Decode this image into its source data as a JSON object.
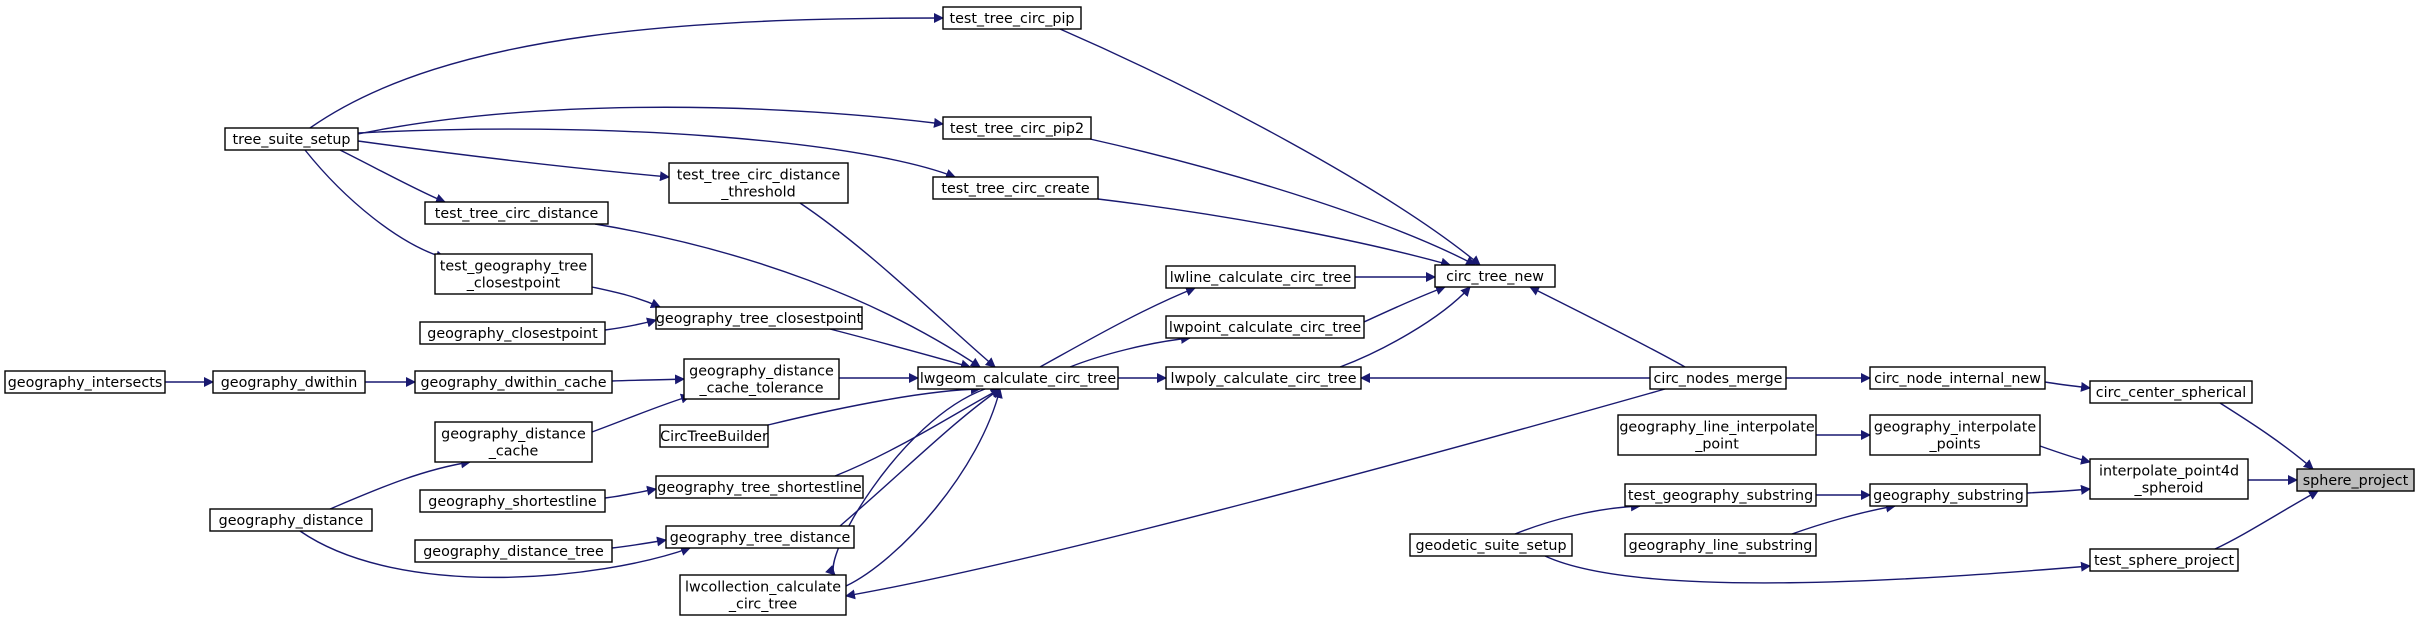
{
  "graph": {
    "edge_color": "#191970",
    "focus_fill": "#bfbfbf",
    "nodes": [
      {
        "id": "sphere_project",
        "lines": [
          "sphere_project"
        ],
        "focus": true
      },
      {
        "id": "circ_center_spherical",
        "lines": [
          "circ_center_spherical"
        ]
      },
      {
        "id": "interpolate_point4d_spheroid",
        "lines": [
          "interpolate_point4d",
          "_spheroid"
        ]
      },
      {
        "id": "test_sphere_project",
        "lines": [
          "test_sphere_project"
        ]
      },
      {
        "id": "circ_node_internal_new",
        "lines": [
          "circ_node_internal_new"
        ]
      },
      {
        "id": "geography_interpolate_points",
        "lines": [
          "geography_interpolate",
          "_points"
        ]
      },
      {
        "id": "geography_substring",
        "lines": [
          "geography_substring"
        ]
      },
      {
        "id": "geodetic_suite_setup",
        "lines": [
          "geodetic_suite_setup"
        ]
      },
      {
        "id": "circ_nodes_merge",
        "lines": [
          "circ_nodes_merge"
        ]
      },
      {
        "id": "geography_line_interpolate_point",
        "lines": [
          "geography_line_interpolate",
          "_point"
        ]
      },
      {
        "id": "test_geography_substring",
        "lines": [
          "test_geography_substring"
        ]
      },
      {
        "id": "geography_line_substring",
        "lines": [
          "geography_line_substring"
        ]
      },
      {
        "id": "circ_tree_new",
        "lines": [
          "circ_tree_new"
        ]
      },
      {
        "id": "lwpoly_calculate_circ_tree",
        "lines": [
          "lwpoly_calculate_circ_tree"
        ]
      },
      {
        "id": "lwline_calculate_circ_tree",
        "lines": [
          "lwline_calculate_circ_tree"
        ]
      },
      {
        "id": "lwpoint_calculate_circ_tree",
        "lines": [
          "lwpoint_calculate_circ_tree"
        ]
      },
      {
        "id": "test_tree_circ_pip",
        "lines": [
          "test_tree_circ_pip"
        ]
      },
      {
        "id": "test_tree_circ_pip2",
        "lines": [
          "test_tree_circ_pip2"
        ]
      },
      {
        "id": "test_tree_circ_create",
        "lines": [
          "test_tree_circ_create"
        ]
      },
      {
        "id": "lwgeom_calculate_circ_tree",
        "lines": [
          "lwgeom_calculate_circ_tree"
        ]
      },
      {
        "id": "tree_suite_setup",
        "lines": [
          "tree_suite_setup"
        ]
      },
      {
        "id": "test_tree_circ_distance_threshold",
        "lines": [
          "test_tree_circ_distance",
          "_threshold"
        ]
      },
      {
        "id": "test_tree_circ_distance",
        "lines": [
          "test_tree_circ_distance"
        ]
      },
      {
        "id": "test_geography_tree_closestpoint",
        "lines": [
          "test_geography_tree",
          "_closestpoint"
        ]
      },
      {
        "id": "geography_tree_closestpoint",
        "lines": [
          "geography_tree_closestpoint"
        ]
      },
      {
        "id": "geography_closestpoint",
        "lines": [
          "geography_closestpoint"
        ]
      },
      {
        "id": "geography_distance_cache_tolerance",
        "lines": [
          "geography_distance",
          "_cache_tolerance"
        ]
      },
      {
        "id": "geography_dwithin_cache",
        "lines": [
          "geography_dwithin_cache"
        ]
      },
      {
        "id": "geography_dwithin",
        "lines": [
          "geography_dwithin"
        ]
      },
      {
        "id": "geography_intersects",
        "lines": [
          "geography_intersects"
        ]
      },
      {
        "id": "geography_distance_cache",
        "lines": [
          "geography_distance",
          "_cache"
        ]
      },
      {
        "id": "CircTreeBuilder",
        "lines": [
          "CircTreeBuilder"
        ]
      },
      {
        "id": "geography_tree_shortestline",
        "lines": [
          "geography_tree_shortestline"
        ]
      },
      {
        "id": "geography_shortestline",
        "lines": [
          "geography_shortestline"
        ]
      },
      {
        "id": "geography_distance",
        "lines": [
          "geography_distance"
        ]
      },
      {
        "id": "geography_tree_distance",
        "lines": [
          "geography_tree_distance"
        ]
      },
      {
        "id": "geography_distance_tree",
        "lines": [
          "geography_distance_tree"
        ]
      },
      {
        "id": "lwcollection_calculate_circ_tree",
        "lines": [
          "lwcollection_calculate",
          "_circ_tree"
        ]
      }
    ]
  }
}
